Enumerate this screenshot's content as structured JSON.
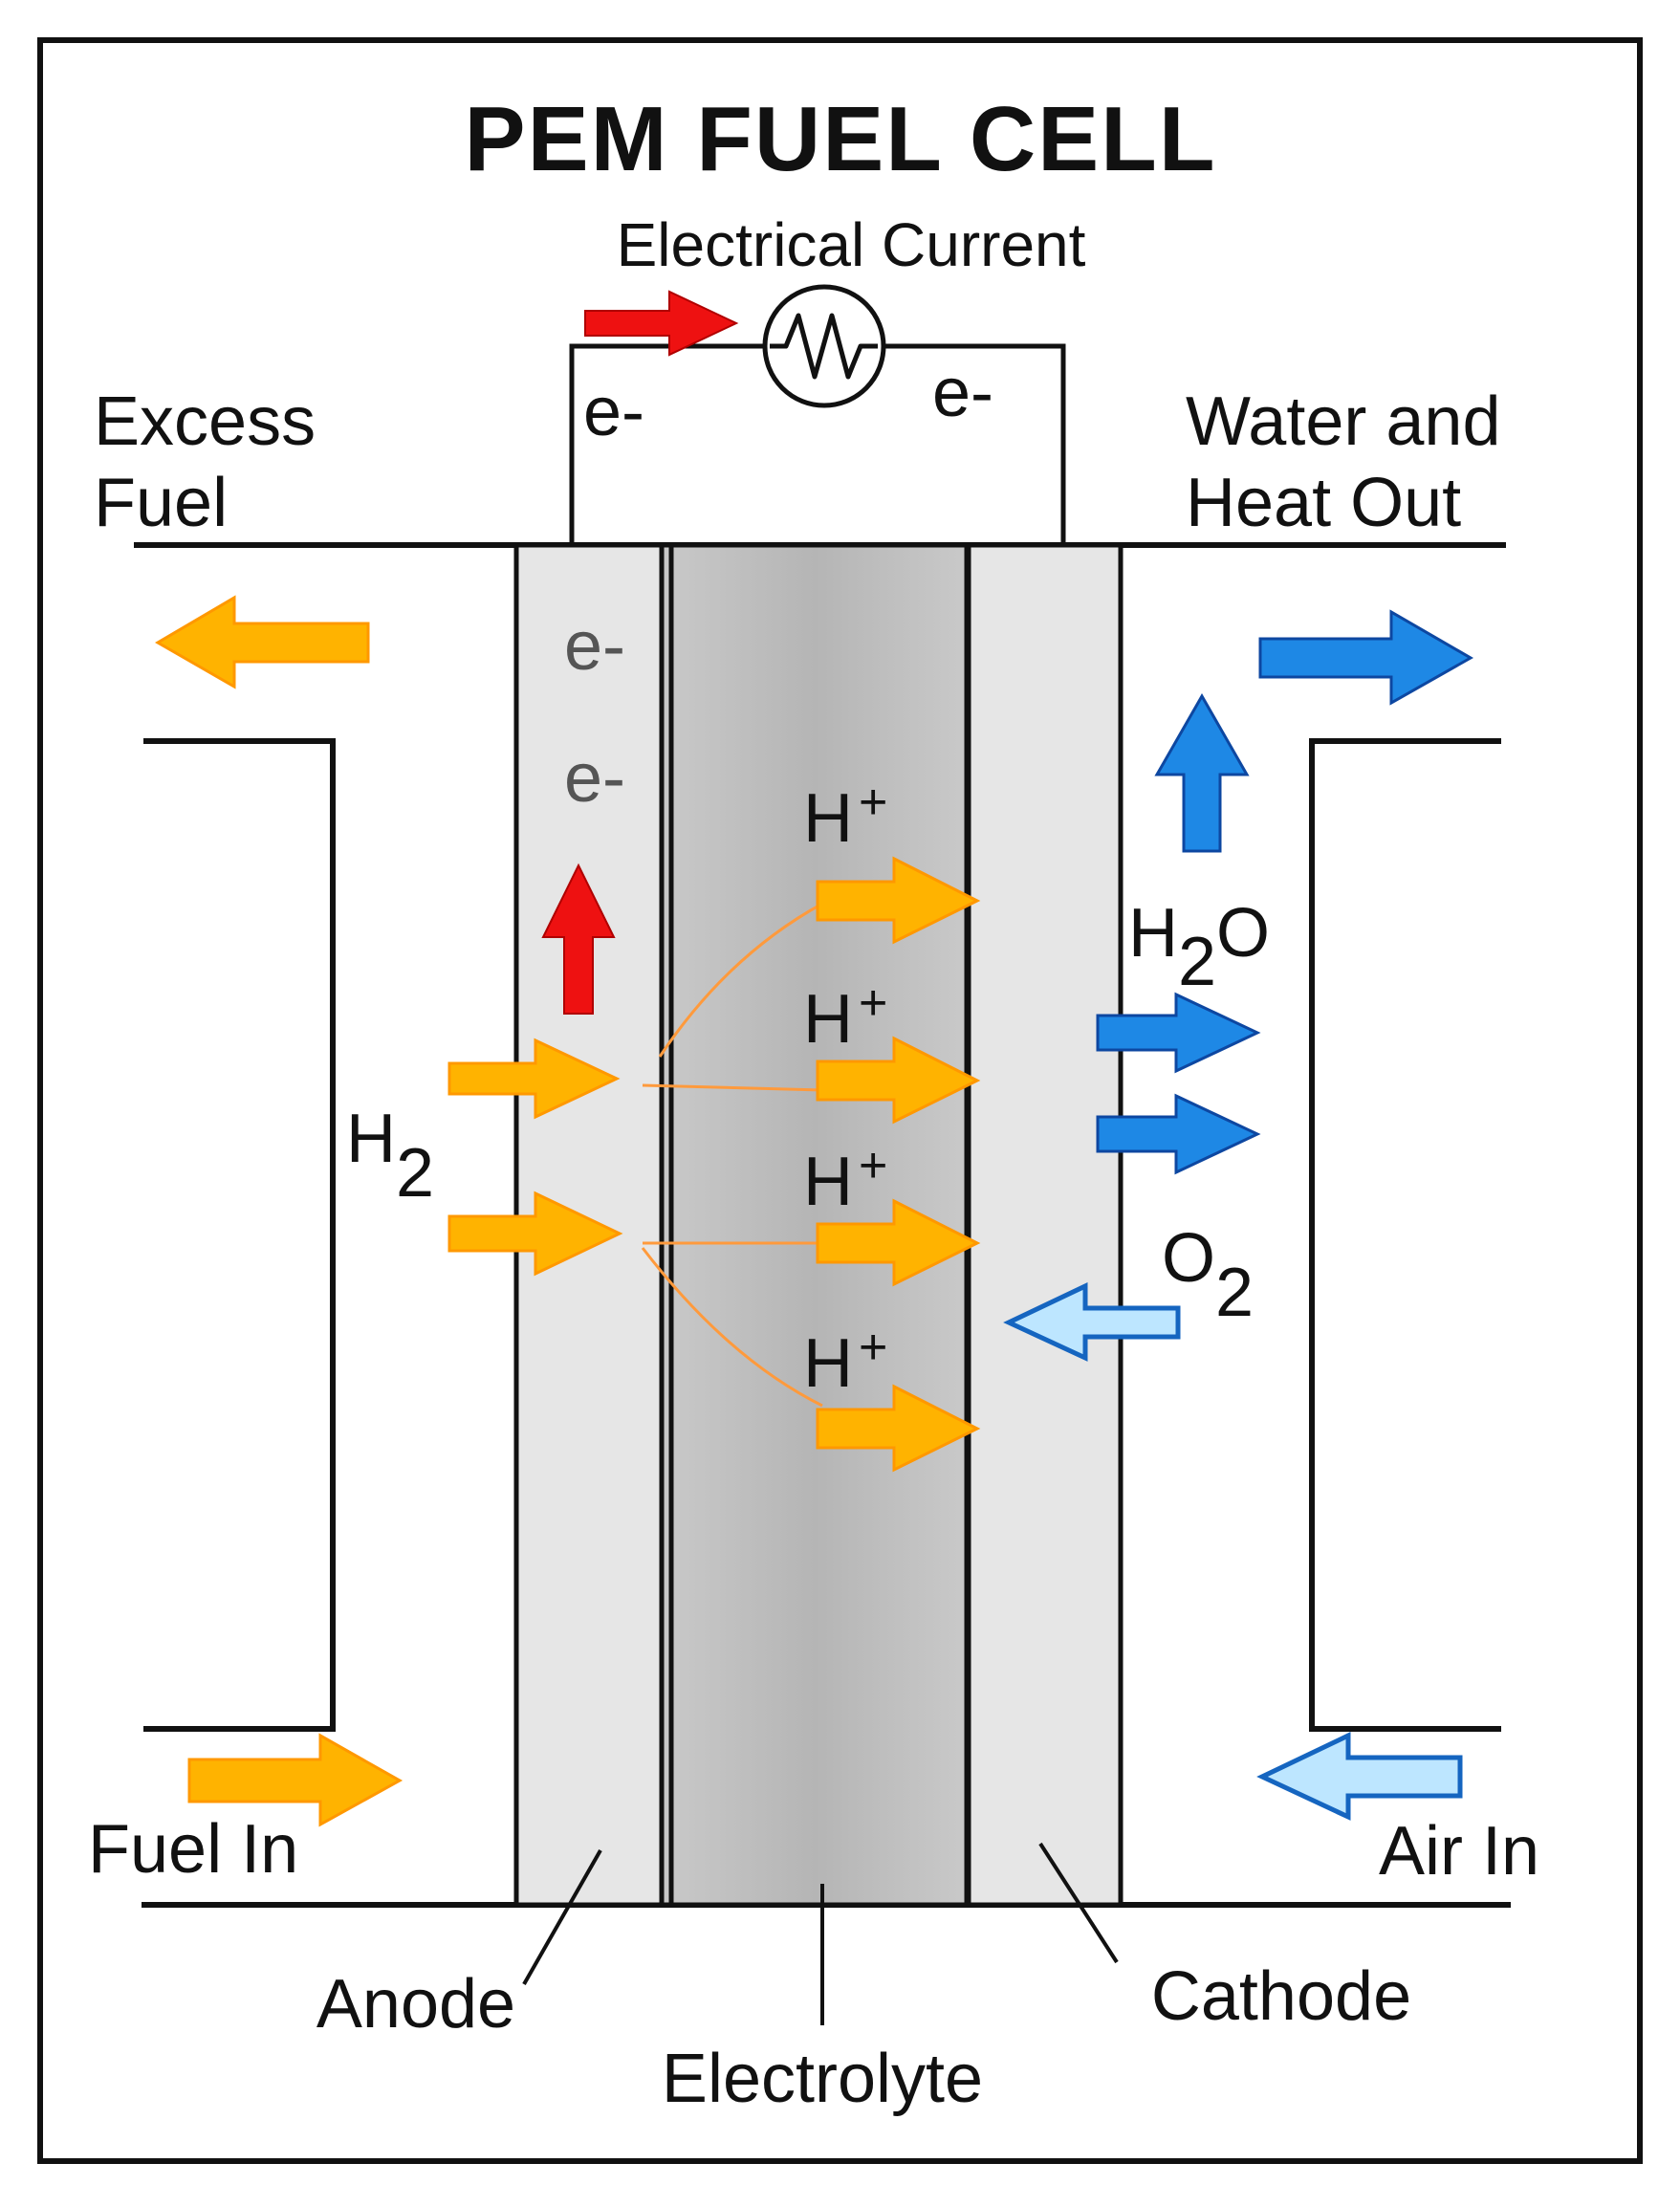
{
  "title": "PEM FUEL CELL",
  "current_label": "Electrical Current",
  "electron_symbol": "e-",
  "excess_fuel": [
    "Excess",
    "Fuel"
  ],
  "water_heat_out": [
    "Water and",
    "Heat Out"
  ],
  "fuel_in": "Fuel In",
  "air_in": "Air In",
  "h2": {
    "base": "H",
    "sub": "2"
  },
  "o2": {
    "base": "O",
    "sub": "2"
  },
  "h2o": {
    "base": "H",
    "sub": "2",
    "tail": "O"
  },
  "proton": {
    "base": "H",
    "sup": "+"
  },
  "layers": {
    "anode": "Anode",
    "electrolyte": "Electrolyte",
    "cathode": "Cathode"
  },
  "colors": {
    "border": "#111111",
    "anode_fill": "#e6e6e6",
    "electrolyte_fill": "#bdbdbd",
    "cathode_fill": "#e6e6e6",
    "fuel_arrow": "#ffb300",
    "fuel_arrow_edge": "#ff9800",
    "water_arrow": "#1e88e5",
    "water_arrow_edge": "#0d47a1",
    "air_arrow": "#bde6ff",
    "air_arrow_edge": "#1565c0",
    "electron_arrow": "#ee1111"
  },
  "icons": [
    "load-resistor-icon",
    "fuel-arrow-icon",
    "water-arrow-icon",
    "air-arrow-icon",
    "electron-arrow-icon"
  ]
}
